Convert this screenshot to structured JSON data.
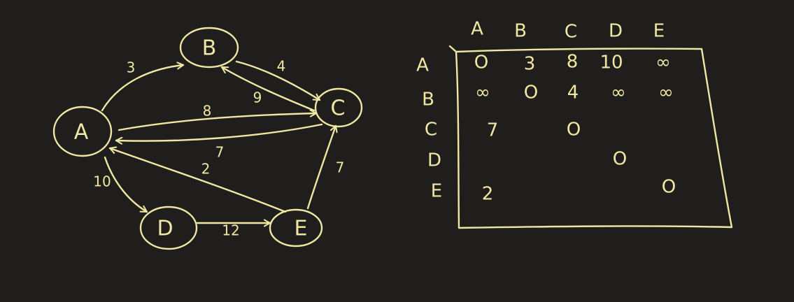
{
  "colors": {
    "background": "#1f1e1c",
    "ink": "#efe7a2"
  },
  "graph": {
    "nodes": [
      "A",
      "B",
      "C",
      "D",
      "E"
    ],
    "edges": [
      {
        "from": "A",
        "to": "B",
        "weight": "3"
      },
      {
        "from": "B",
        "to": "C",
        "weight": "4"
      },
      {
        "from": "C",
        "to": "B",
        "weight": "9"
      },
      {
        "from": "A",
        "to": "C",
        "weight": "8"
      },
      {
        "from": "C",
        "to": "A",
        "weight": "7"
      },
      {
        "from": "E",
        "to": "A",
        "weight": "2"
      },
      {
        "from": "A",
        "to": "D",
        "weight": "10"
      },
      {
        "from": "D",
        "to": "E",
        "weight": "12"
      },
      {
        "from": "E",
        "to": "C",
        "weight": "7"
      }
    ]
  },
  "matrix": {
    "columns": [
      "A",
      "B",
      "C",
      "D",
      "E"
    ],
    "rows": [
      "A",
      "B",
      "C",
      "D",
      "E"
    ],
    "cells": [
      [
        "O",
        "3",
        "8",
        "10",
        "∞"
      ],
      [
        "∞",
        "O",
        "4",
        "∞",
        "∞"
      ],
      [
        "7",
        "",
        "O",
        "",
        ""
      ],
      [
        "",
        "",
        "",
        "O",
        ""
      ],
      [
        "2",
        "",
        "",
        "",
        "O"
      ]
    ]
  }
}
